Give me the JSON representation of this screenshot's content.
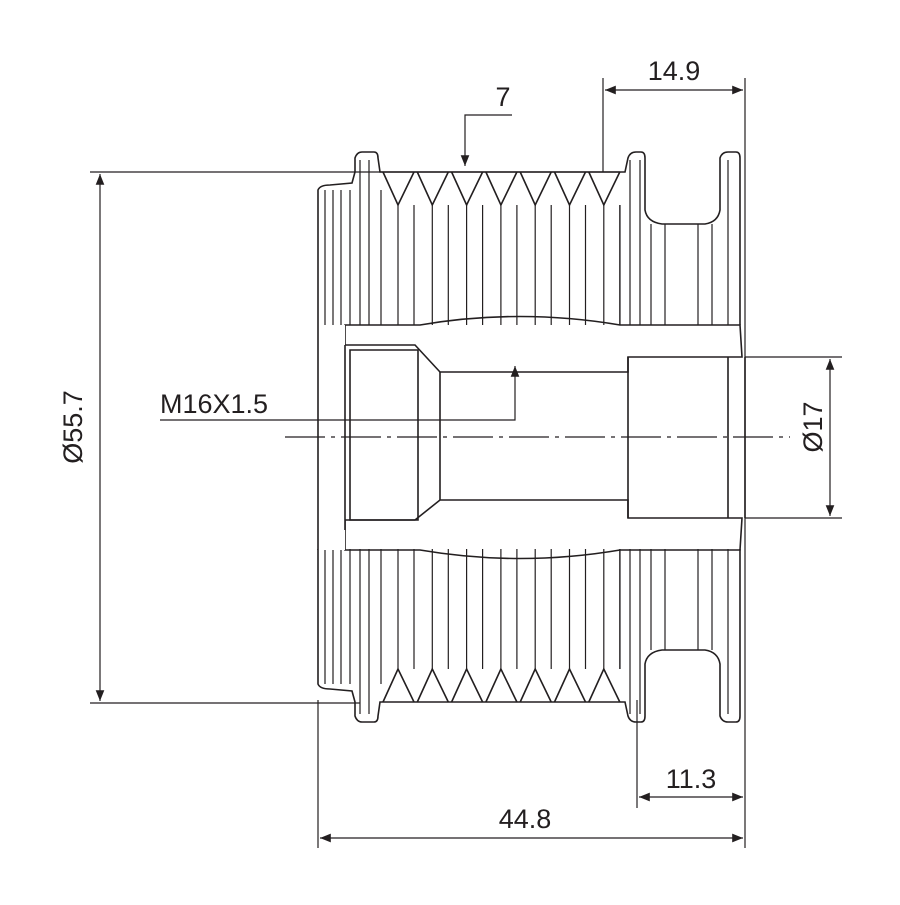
{
  "drawing": {
    "title": "Alternator overrunning pulley dimensional drawing",
    "dimensions": {
      "outer_diameter": "Ø55.7",
      "bore_diameter": "Ø17",
      "thread": "M16X1.5",
      "rib_count": "7",
      "right_offset": "14.9",
      "hub_length": "11.3",
      "total_length": "44.8"
    },
    "line_color": "#231f20"
  }
}
